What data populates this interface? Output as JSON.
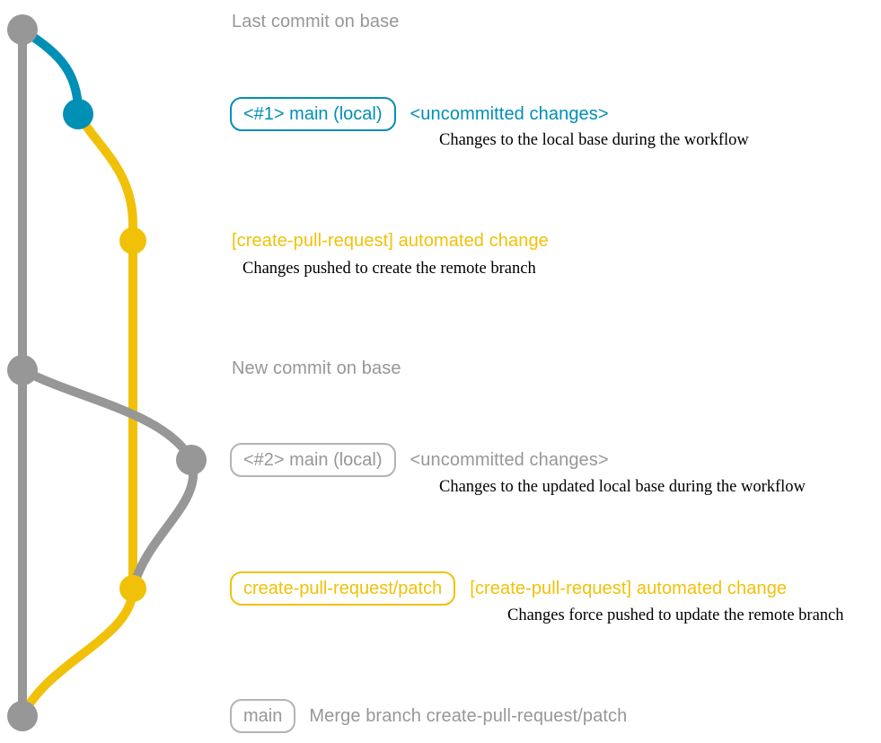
{
  "diagram": {
    "kind": "git-commit-graph",
    "colors": {
      "base_branch_gray": "#979797",
      "local_main_blue": "#008fb5",
      "pr_branch_yellow": "#f1c109",
      "gray_badge_border": "#b3b3b3",
      "caption_text": "#000000",
      "background": "#ffffff"
    }
  },
  "annotations": {
    "row1": {
      "title": "Last commit on base"
    },
    "row2": {
      "badge": "<#1> main (local)",
      "title": "<uncommitted changes>",
      "caption": "Changes to the local base during the workflow"
    },
    "row3": {
      "title": "[create-pull-request] automated change",
      "caption": "Changes pushed to create the remote branch"
    },
    "row4": {
      "title": "New commit on base"
    },
    "row5": {
      "badge": "<#2> main (local)",
      "title": "<uncommitted changes>",
      "caption": "Changes to the updated local base during the workflow"
    },
    "row6": {
      "badge": "create-pull-request/patch",
      "title": "[create-pull-request] automated change",
      "caption": "Changes force pushed to update the remote branch"
    },
    "row7": {
      "badge": "main",
      "title": "Merge branch create-pull-request/patch"
    }
  }
}
